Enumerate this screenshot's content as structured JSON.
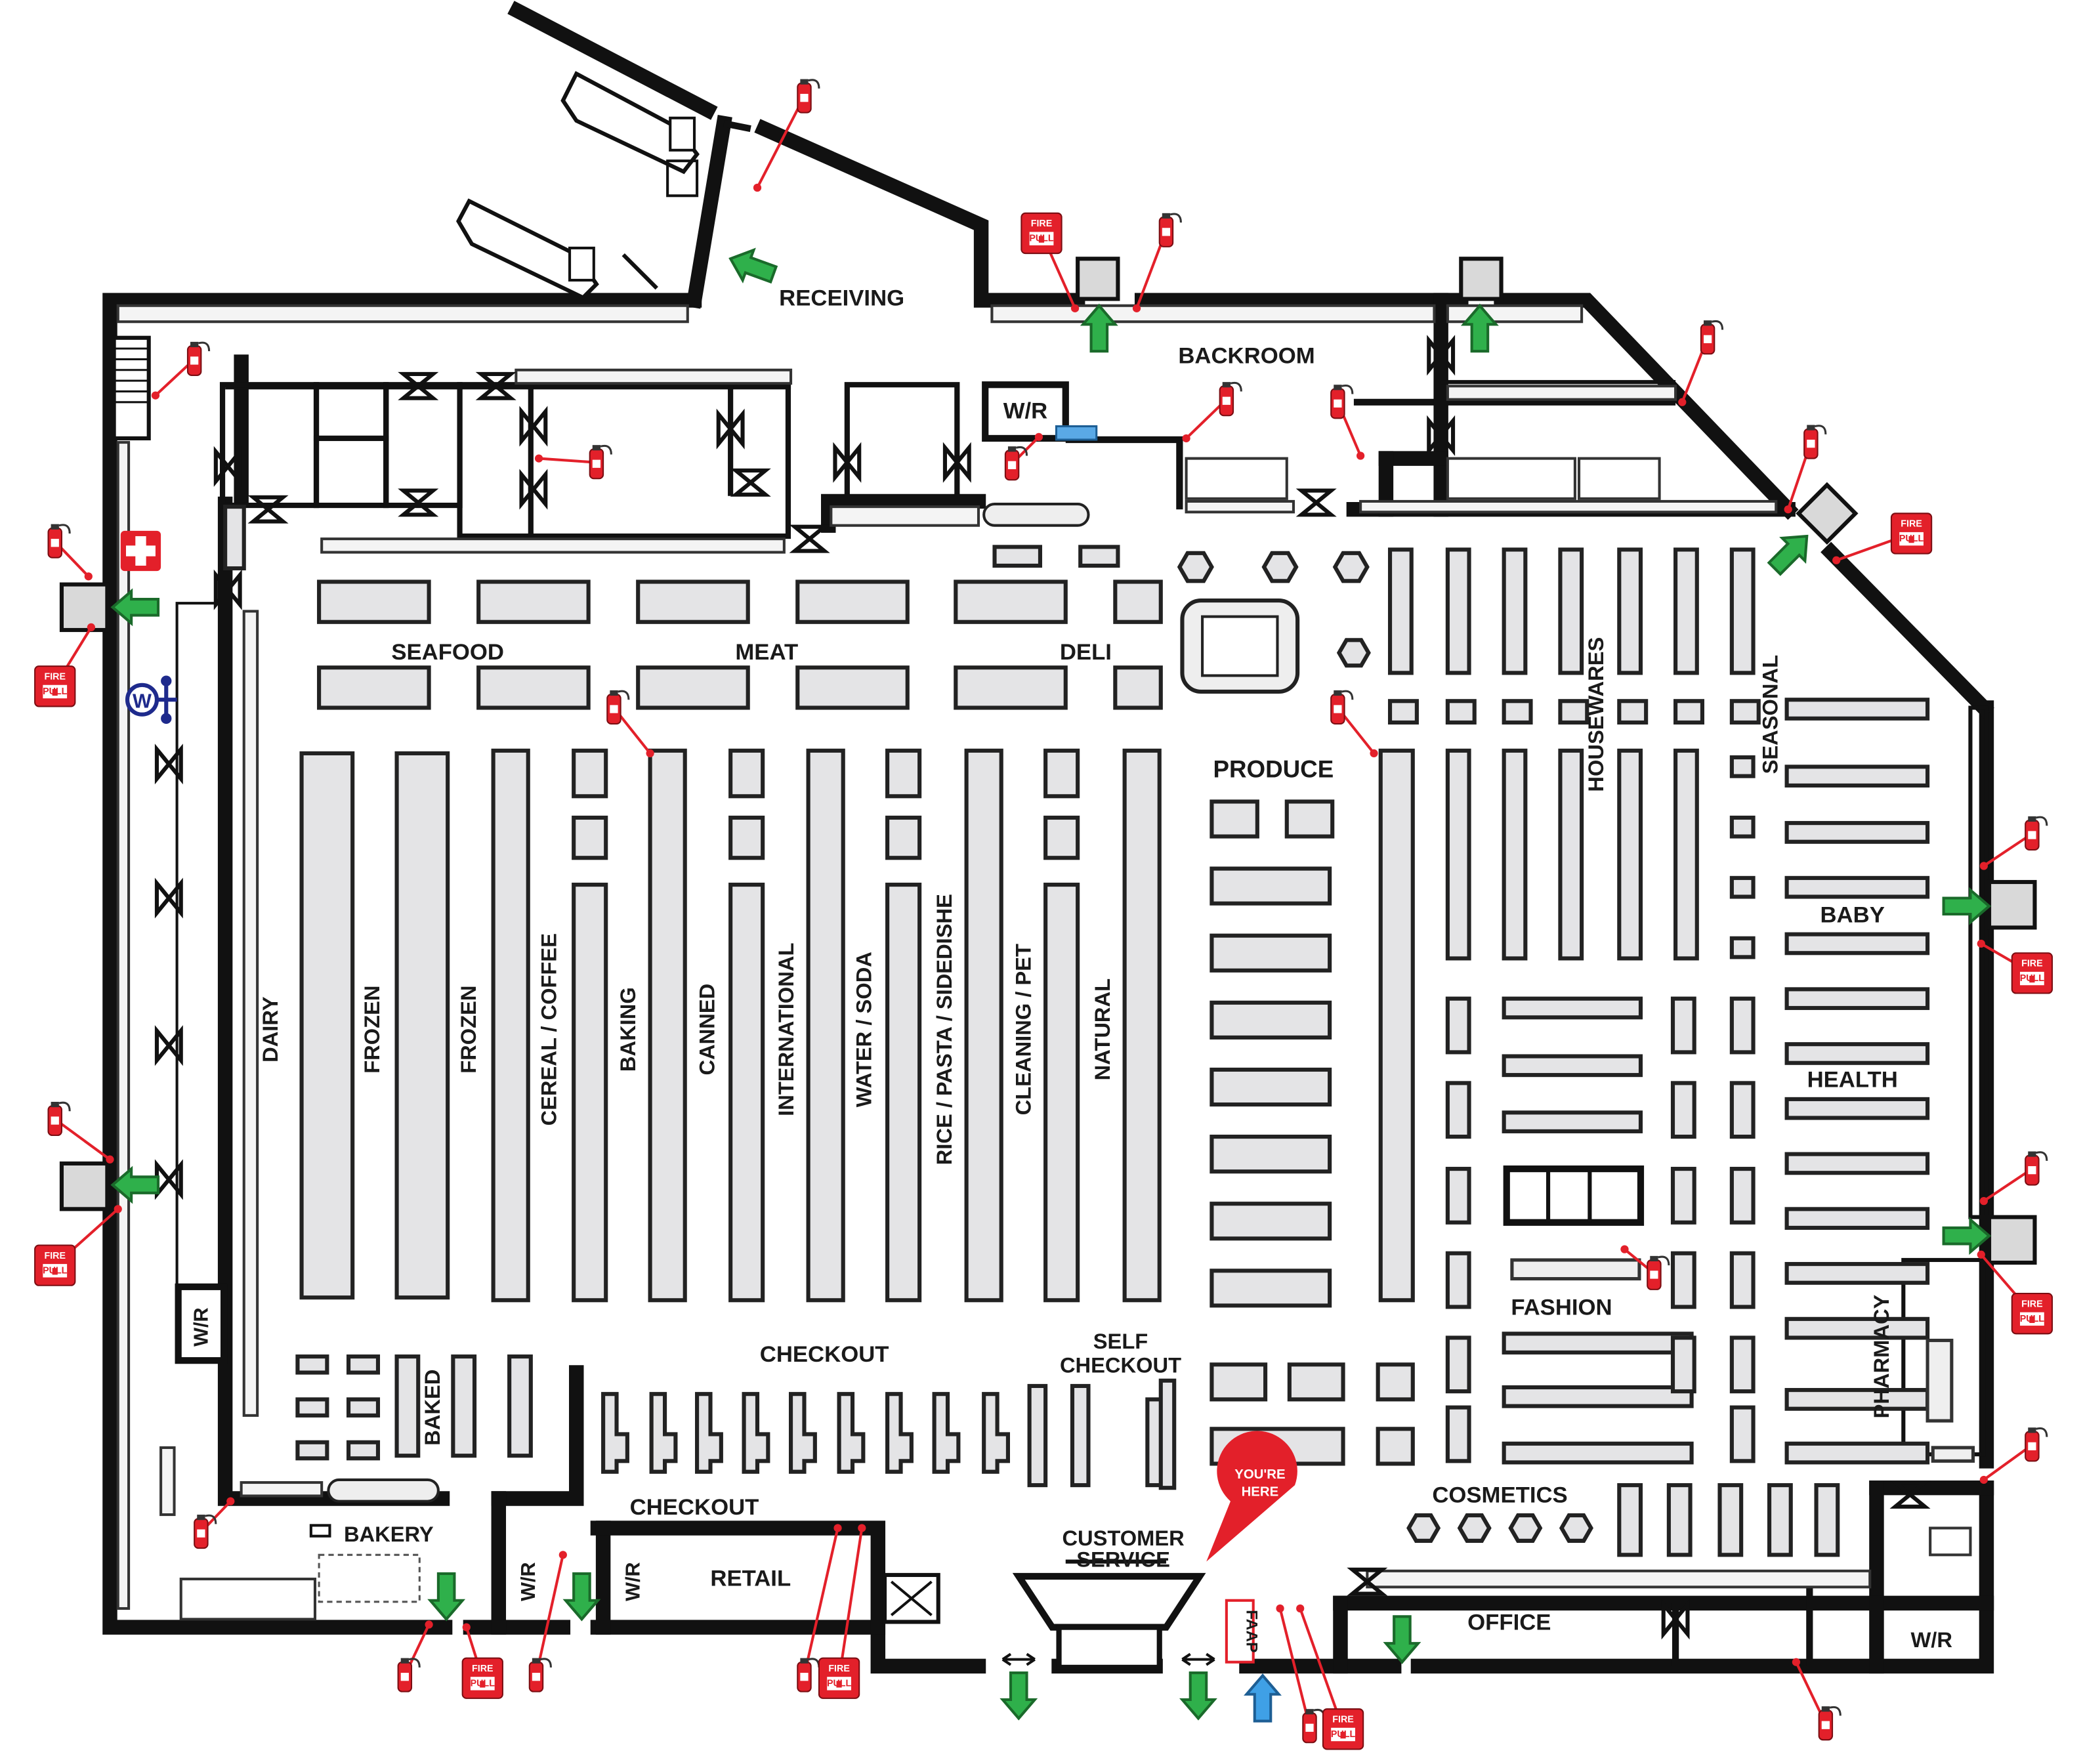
{
  "colors": {
    "wall": "#111111",
    "fixture": "#e4e4e6",
    "exit_arrow": "#2fb04b",
    "you_are_here": "#e3202a",
    "faap_arrow": "#3fa0e6",
    "extinguisher": "#e3202a",
    "fire_pull": "#e3202a"
  },
  "icons": {
    "extinguisher": "fire-extinguisher-icon",
    "fire_pull": "fire-pull-station-icon",
    "exit_arrow": "exit-arrow-icon",
    "water_valve": "water-shutoff-icon",
    "first_aid": "first-aid-icon"
  },
  "labels": {
    "receiving": "RECEIVING",
    "backroom": "BACKROOM",
    "wr_top": "W/R",
    "seafood": "SEAFOOD",
    "meat": "MEAT",
    "deli": "DELI",
    "produce": "PRODUCE",
    "housewares": "HOUSEWARES",
    "seasonal": "SEASONAL",
    "baby": "BABY",
    "health": "HEALTH",
    "fashion": "FASHION",
    "pharmacy": "PHARMACY",
    "cosmetics": "COSMETICS",
    "office": "OFFICE",
    "wr_right": "W/R",
    "wr_left": "W/R",
    "checkout_top": "CHECKOUT",
    "self_checkout": "SELF\nCHECKOUT",
    "self_checkout_1": "SELF",
    "self_checkout_2": "CHECKOUT",
    "baked": "BAKED",
    "bakery": "BAKERY",
    "checkout_bottom": "CHECKOUT",
    "wr_bottom_1": "W/R",
    "wr_bottom_2": "W/R",
    "retail": "RETAIL",
    "customer_service_1": "CUSTOMER",
    "customer_service_2": "SERVICE",
    "faap": "FAAP",
    "you_are_here_1": "YOU'RE",
    "you_are_here_2": "HERE",
    "fire_pull_1": "FIRE",
    "fire_pull_2": "PULL",
    "water_valve": "W"
  },
  "aisles": [
    "DAIRY",
    "FROZEN",
    "FROZEN",
    "CEREAL / COFFEE",
    "BAKING",
    "CANNED",
    "INTERNATIONAL",
    "WATER / SODA",
    "RICE / PASTA / SIDEDISHE",
    "CLEANING / PET",
    "NATURAL"
  ]
}
